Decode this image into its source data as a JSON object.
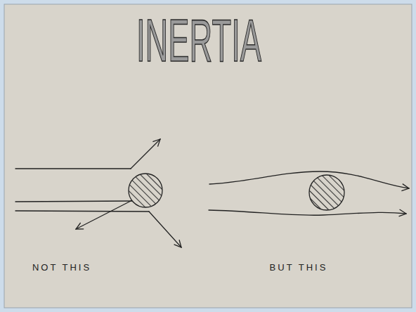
{
  "diagram": {
    "title": "INERTIA",
    "labels": [
      "NOT THIS",
      "BUT THIS"
    ]
  }
}
